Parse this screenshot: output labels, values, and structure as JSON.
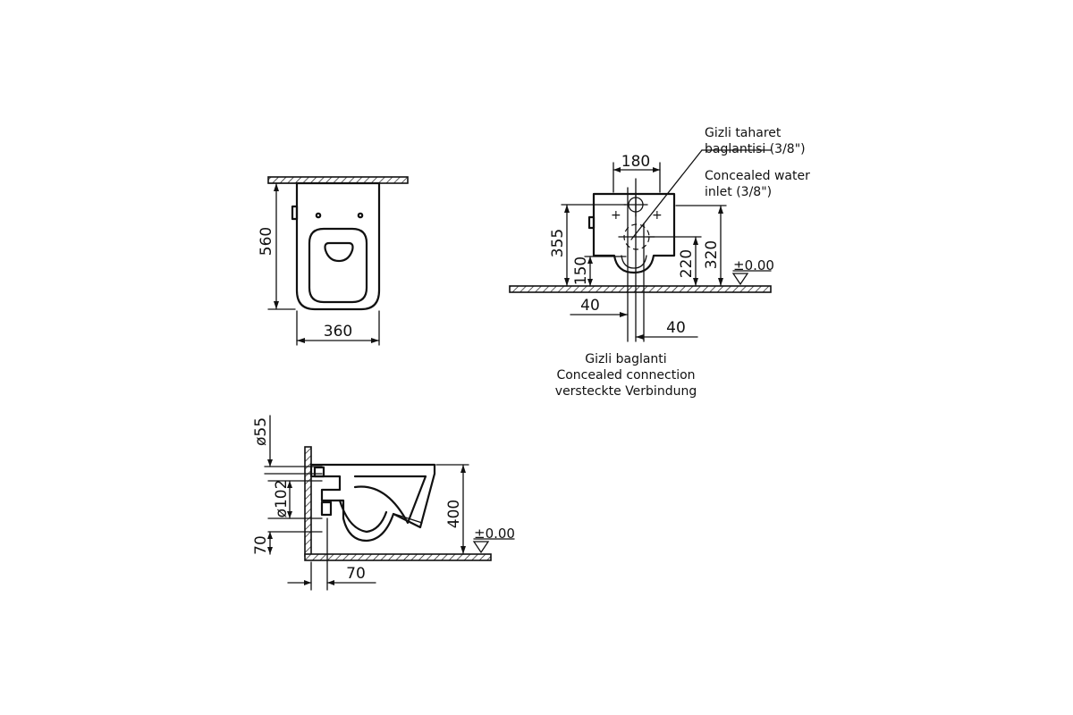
{
  "views": {
    "top": {
      "depth_label": "560",
      "width_label": "360"
    },
    "front": {
      "d_180": "180",
      "d_355": "355",
      "d_150": "150",
      "d_220": "220",
      "d_320": "320",
      "d_40_left": "40",
      "d_40_right": "40",
      "level": "±0.00"
    },
    "side": {
      "d_55": "ø55",
      "d_102": "ø102",
      "d_70_vertical": "70",
      "d_70_horizontal": "70",
      "d_400": "400",
      "level": "±0.00"
    }
  },
  "notes": {
    "water_inlet_tr_1": "Gizli taharet",
    "water_inlet_tr_2": "baglantisi (3/8\")",
    "water_inlet_en_1": "Concealed water",
    "water_inlet_en_2": "inlet (3/8\")",
    "connection_tr": "Gizli baglanti",
    "connection_en": "Concealed connection",
    "connection_de": "versteckte Verbindung"
  }
}
